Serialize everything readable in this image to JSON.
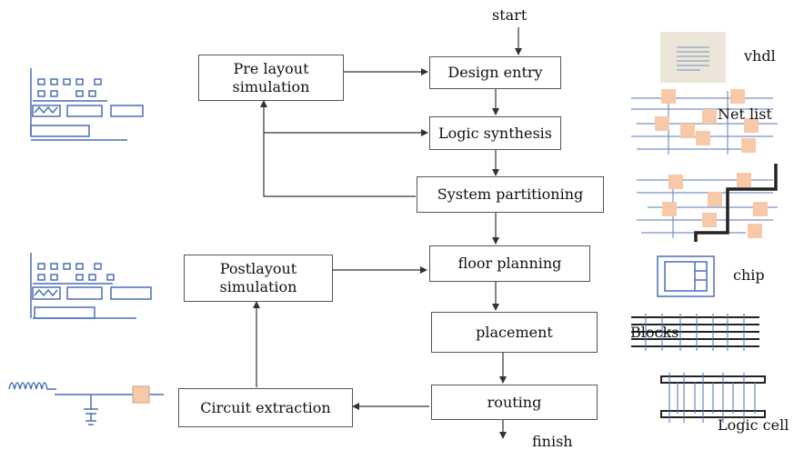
{
  "flow": {
    "start_label": "start",
    "finish_label": "finish",
    "steps": {
      "design_entry": "Design entry",
      "logic_synthesis": "Logic synthesis",
      "system_partitioning": "System partitioning",
      "floor_planning": "floor planning",
      "placement": "placement",
      "routing": "routing"
    },
    "side": {
      "pre_layout_line1": "Pre layout",
      "pre_layout_line2": "simulation",
      "post_layout_line1": "Postlayout",
      "post_layout_line2": "simulation",
      "circuit_extraction": "Circuit extraction"
    }
  },
  "illustrations": {
    "vhdl": "vhdl",
    "net_list": "Net list",
    "chip": "chip",
    "blocks": "Blocks",
    "logic_cell": "Logic cell"
  },
  "colors": {
    "line": "#333333",
    "box_border": "#555555",
    "schematic_blue": "#4a6fb5",
    "cell_peach": "#f7c9a8",
    "doc_bg": "#ebe6d8"
  }
}
